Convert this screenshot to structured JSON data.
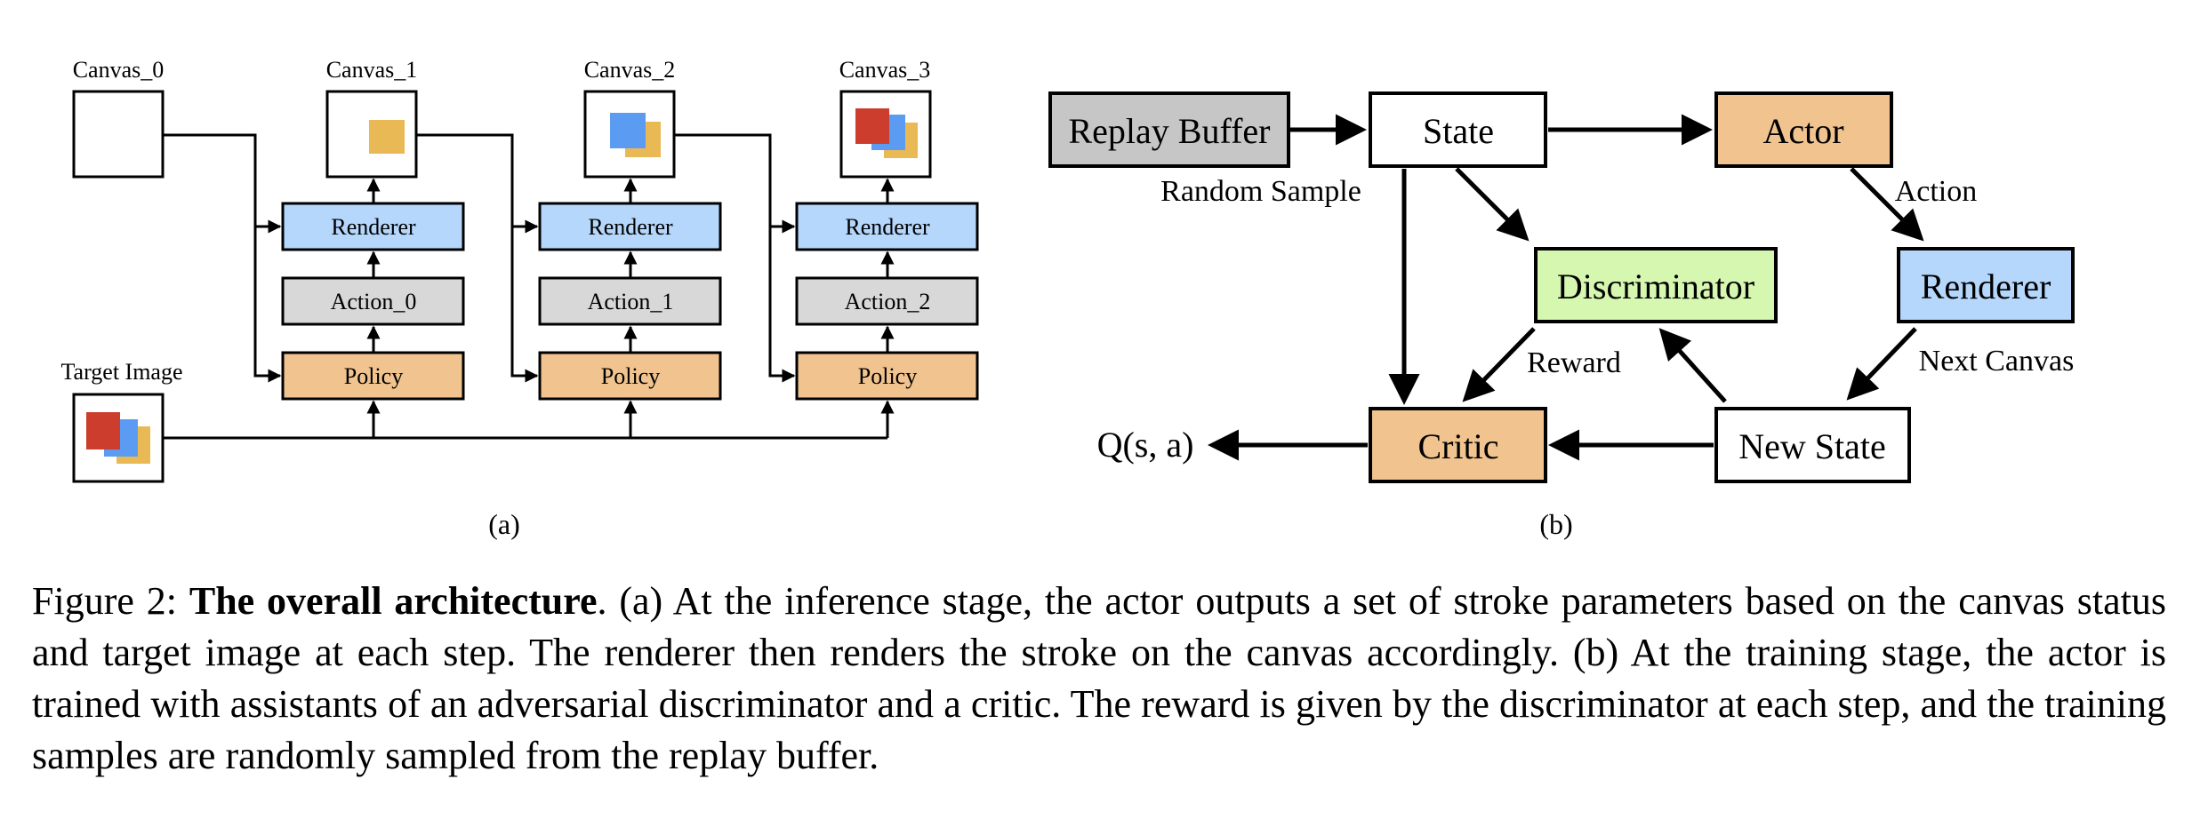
{
  "colors": {
    "renderer": "#b5d7fc",
    "action": "#d8d8d8",
    "policy": "#f0c38f",
    "discriminator": "#d6f7b0",
    "replay": "#c6c6c6",
    "square_yellow": "#e9b955",
    "square_blue": "#5b9cf2",
    "square_red": "#cc3d2d"
  },
  "panel_a": {
    "canvas_labels": [
      "Canvas_0",
      "Canvas_1",
      "Canvas_2",
      "Canvas_3"
    ],
    "target_label": "Target Image",
    "renderer_label": "Renderer",
    "action_labels": [
      "Action_0",
      "Action_1",
      "Action_2"
    ],
    "policy_label": "Policy",
    "sublabel": "(a)"
  },
  "panel_b": {
    "replay_buffer": "Replay Buffer",
    "state": "State",
    "actor": "Actor",
    "discriminator": "Discriminator",
    "renderer": "Renderer",
    "critic": "Critic",
    "new_state": "New State",
    "q_output": "Q(s, a)",
    "edge_random_sample": "Random Sample",
    "edge_action": "Action",
    "edge_reward": "Reward",
    "edge_next_canvas": "Next Canvas",
    "sublabel": "(b)"
  },
  "caption": {
    "prefix": "Figure 2: ",
    "title": "The overall architecture",
    "body": ". (a) At the inference stage, the actor outputs a set of stroke parameters based on the canvas status and target image at each step. The renderer then renders the stroke on the canvas accordingly. (b) At the training stage, the actor is trained with assistants of an adversarial discriminator and a critic. The reward is given by the discriminator at each step, and the training samples are randomly sampled from the replay buffer."
  }
}
